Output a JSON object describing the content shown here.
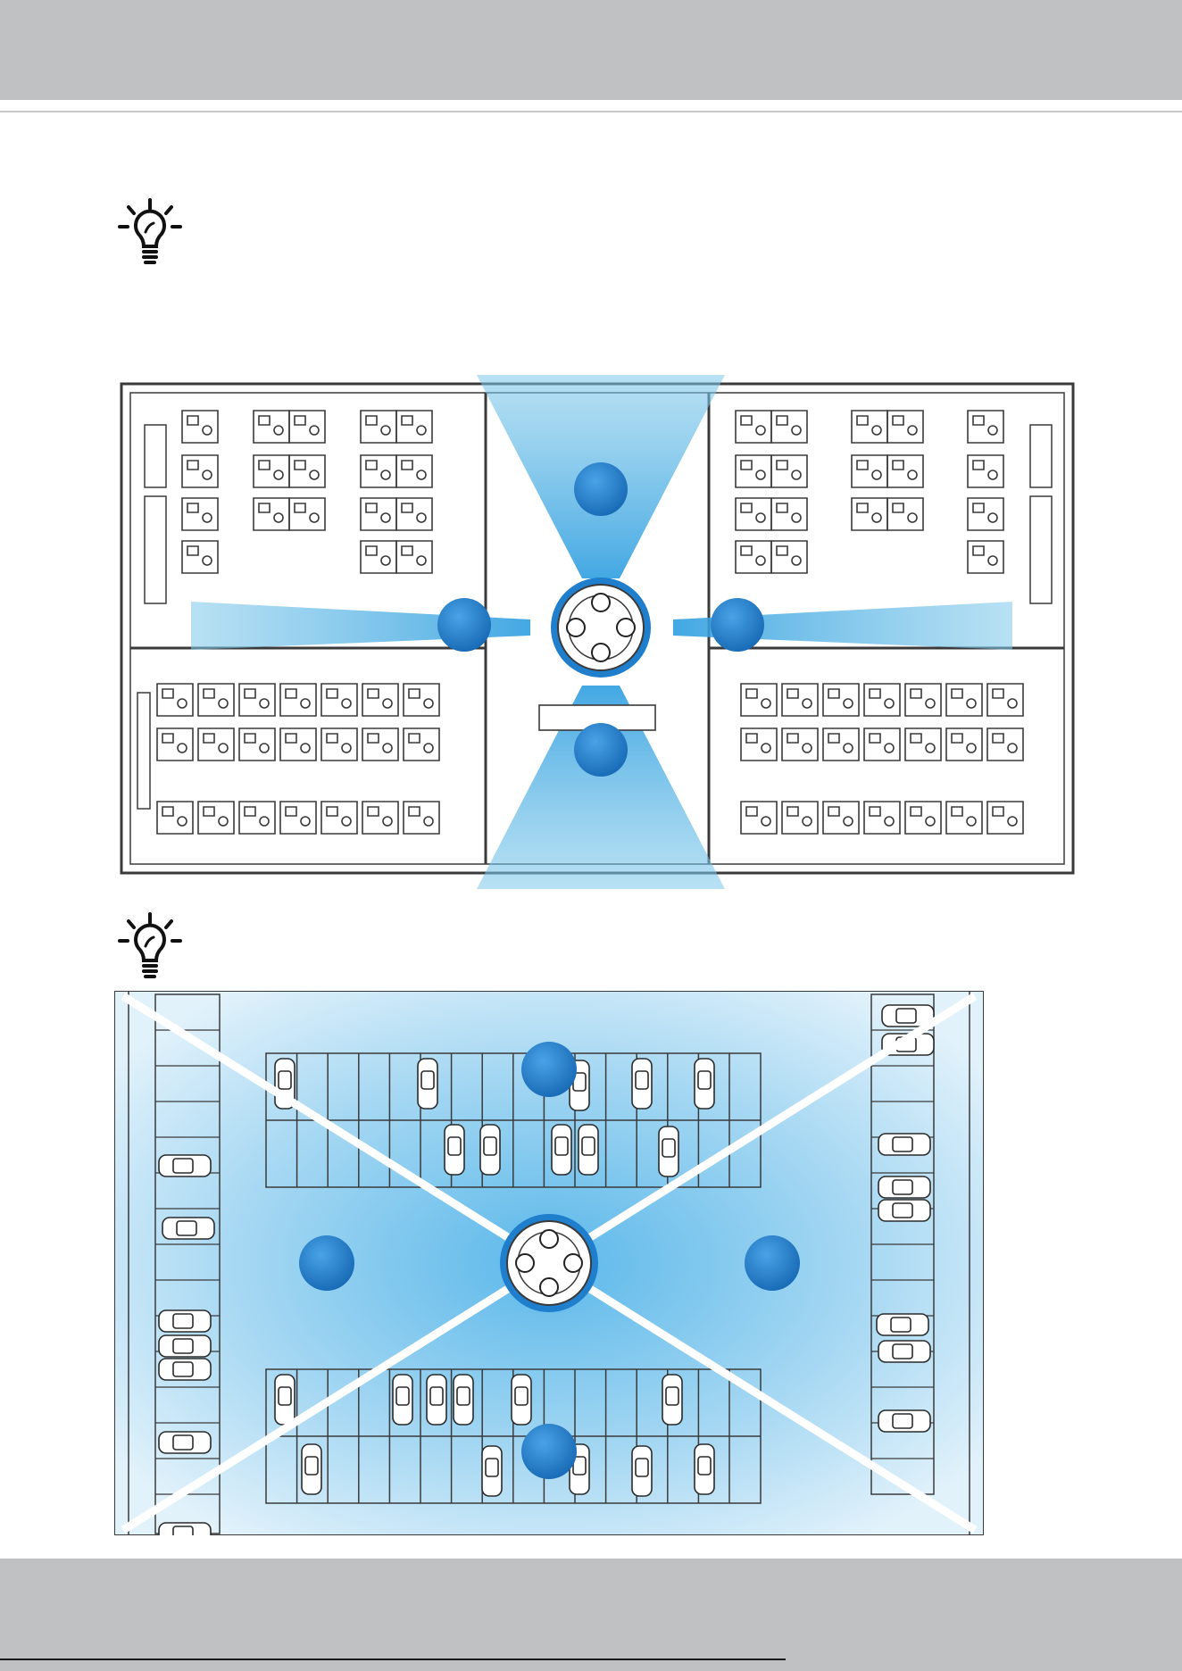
{
  "colors": {
    "band": "#c0c1c3",
    "cone": "#7ec8ea",
    "camera_dot": "#1f7fcc",
    "line": "#3a3a3a"
  },
  "icons": {
    "tip": "lightbulb-icon"
  },
  "office_view": {
    "camera_directions": [
      "north",
      "west",
      "east",
      "south"
    ]
  },
  "parking_view": {
    "camera_directions": [
      "north",
      "west",
      "east",
      "south"
    ]
  }
}
